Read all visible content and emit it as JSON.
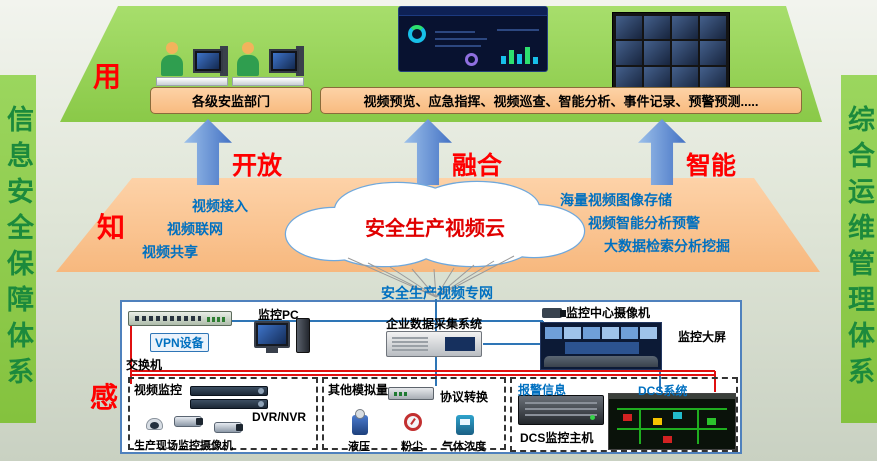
{
  "sidebars": {
    "left": "信息安全保障体系",
    "right": "综合运维管理体系"
  },
  "layer_tags": {
    "use": "用",
    "know": "知",
    "sense": "感"
  },
  "top_layer": {
    "dept_box": "各级安监部门",
    "functions_box": "视频预览、应急指挥、视频巡查、智能分析、事件记录、预警预测....."
  },
  "arrows": {
    "open": "开放",
    "fusion": "融合",
    "intelligent": "智能"
  },
  "cloud": {
    "title": "安全生产视频云",
    "left_items": [
      "视频接入",
      "视频联网",
      "视频共享"
    ],
    "right_items": [
      "海量视频图像存储",
      "视频智能分析预警",
      "大数据检索分析挖掘"
    ]
  },
  "network_label": "安全生产视频专网",
  "perception": {
    "switch": "交换机",
    "vpn": "VPN设备",
    "monitor_pc": "监控PC",
    "data_collect": "企业数据采集系统",
    "center_camera": "监控中心摄像机",
    "big_screen": "监控大屏",
    "video_group": {
      "title": "视频监控",
      "dvr": "DVR/NVR",
      "site_cameras": "生产现场监控摄像机"
    },
    "analog_group": {
      "title": "其他模拟量",
      "protocol": "协议转换",
      "sensors": [
        "液压",
        "粉尘",
        "气体浓度"
      ]
    },
    "dcs_group": {
      "alarm": "报警信息",
      "dcs_system": "DCS系统",
      "dcs_host": "DCS监控主机"
    }
  },
  "colors": {
    "layer_green": "#92d050",
    "layer_salmon": "#fbc08f",
    "accent_red": "#ff0000",
    "blue_text": "#0070c0",
    "arrow_blue": "#4472c4"
  }
}
